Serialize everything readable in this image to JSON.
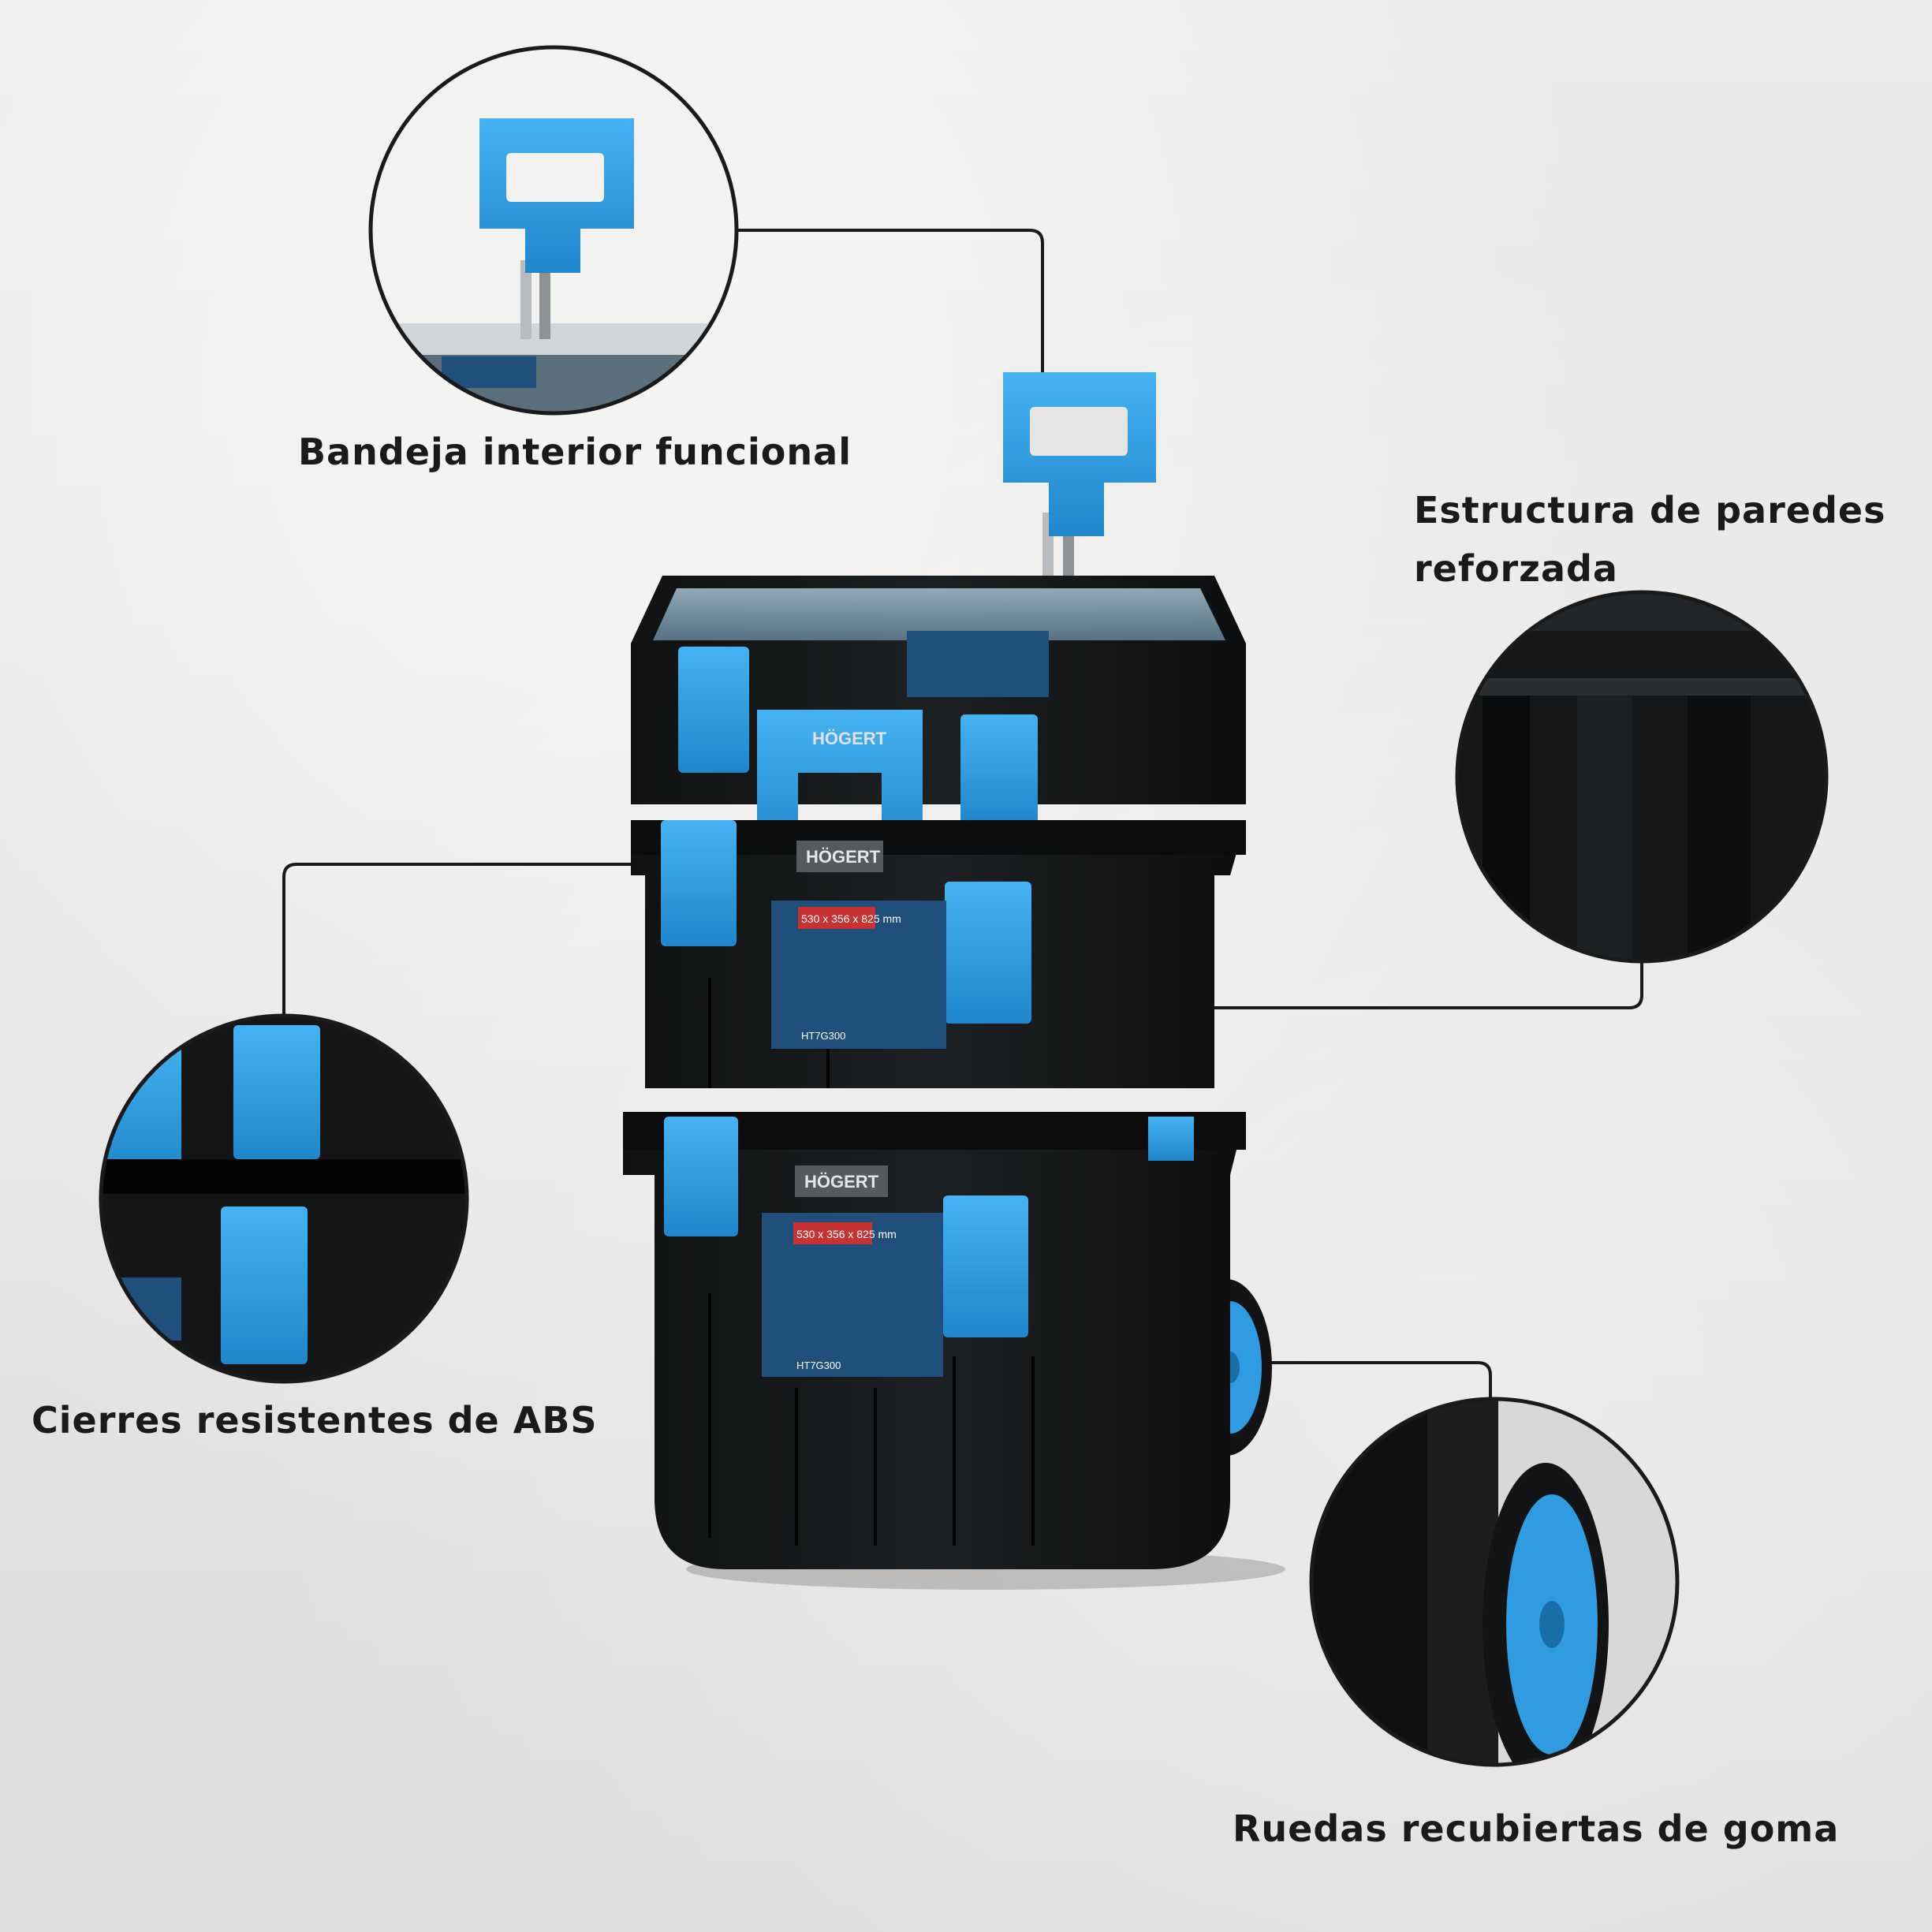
{
  "callouts": {
    "tray": "Bandeja interior funcional",
    "walls_line1": "Estructura de paredes",
    "walls_line2": "reforzada",
    "latches": "Cierres resistentes de ABS",
    "wheels": "Ruedas recubiertas de goma"
  },
  "brand": {
    "logo_text": "HÖGERT",
    "top_label": "530 x 356 x 825 mm",
    "bottom_label": "530 x 356 x 825 mm",
    "top_code": "HT7G300",
    "bottom_code": "HT7G300"
  },
  "colors": {
    "accent_blue": "#2f9be0",
    "box_black": "#161819",
    "line": "#1a1a1a"
  }
}
